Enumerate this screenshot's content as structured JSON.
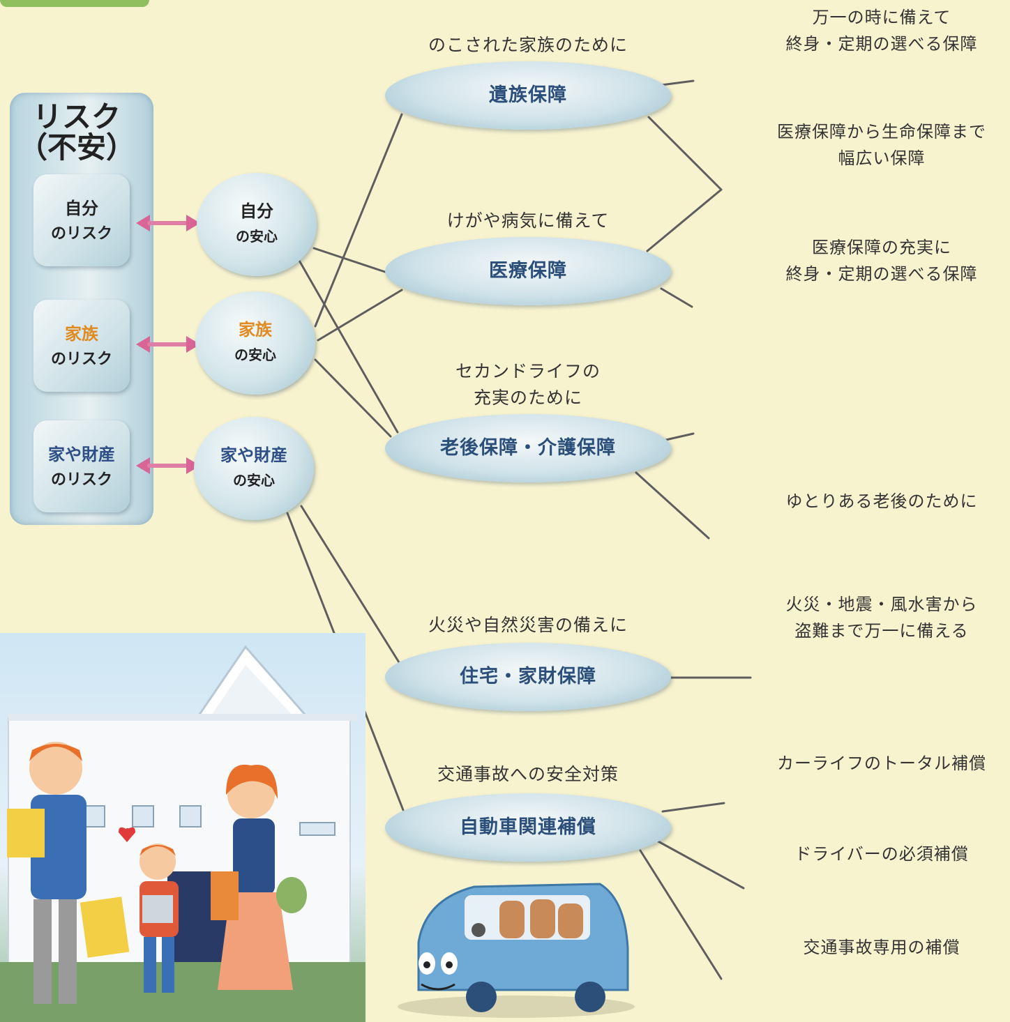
{
  "risk": {
    "title_line1": "リスク",
    "title_line2": "（不安）",
    "boxes": [
      {
        "line1": "自分",
        "line2": "のリスク"
      },
      {
        "line1": "家族",
        "line2": "のリスク"
      },
      {
        "line1": "家や財産",
        "line2": "のリスク"
      }
    ]
  },
  "anshin": [
    {
      "line1": "自分",
      "line2": "の安心"
    },
    {
      "line1": "家族",
      "line2": "の安心"
    },
    {
      "line1": "家や財産",
      "line2": "の安心"
    }
  ],
  "categories": [
    {
      "caption": "のこされた家族のために",
      "label": "遺族保障"
    },
    {
      "caption": "けがや病気に備えて",
      "label": "医療保障"
    },
    {
      "caption_line1": "セカンドライフの",
      "caption_line2": "充実のために",
      "label": "老後保障・介護保障"
    },
    {
      "caption": "火災や自然災害の備えに",
      "label": "住宅・家財保障"
    },
    {
      "caption": "交通事故への安全対策",
      "label": "自動車関連補償"
    }
  ],
  "descriptions": [
    {
      "line1": "万一の時に備えて",
      "line2": "終身・定期の選べる保障"
    },
    {
      "line1": "医療保障から生命保障まで",
      "line2": "幅広い保障"
    },
    {
      "line1": "医療保障の充実に",
      "line2": "終身・定期の選べる保障"
    },
    {
      "line1": "ゆとりある老後のために"
    },
    {
      "line1": "火災・地震・風水害から",
      "line2": "盗難まで万一に備える"
    },
    {
      "line1": "カーライフのトータル補償"
    },
    {
      "line1": "ドライバーの必須補償"
    },
    {
      "line1": "交通事故専用の補償"
    }
  ],
  "colors": {
    "background": "#f8f3cf",
    "arrow": "#e07fa6",
    "label_orange": "#e08a22",
    "label_blue": "#2d4f86",
    "connector": "#5e5e5e"
  }
}
